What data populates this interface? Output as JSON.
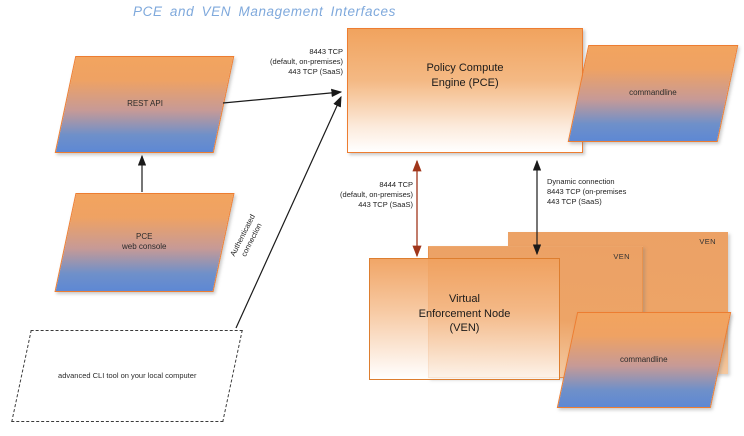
{
  "title": "PCE and VEN Management Interfaces",
  "colors": {
    "accent_orange": "#ED7D31",
    "gradient_blue": "#5E88D4",
    "title_blue": "#7FA9DC",
    "arrow_red": "#A0361B",
    "arrow_black": "#1a1a1a"
  },
  "nodes": {
    "rest_api": {
      "label": "REST API"
    },
    "pce_web_console": {
      "line1": "PCE",
      "line2": "web console"
    },
    "advanced_cli": {
      "label": "advanced CLI tool on your local computer"
    },
    "pce": {
      "line1": "Policy Compute",
      "line2": "Engine (PCE)"
    },
    "commandline_top": {
      "label": "commandline"
    },
    "commandline_bottom": {
      "label": "commandline"
    },
    "ven_back": {
      "label": "VEN"
    },
    "ven_middle": {
      "label": "VEN"
    },
    "ven_front": {
      "line1": "Virtual",
      "line2": "Enforcement Node",
      "line3": "(VEN)"
    }
  },
  "edges": {
    "rest_to_pce": {
      "line1": "8443 TCP",
      "line2": "(default, on-premises)",
      "line3": "443 TCP (SaaS)"
    },
    "pce_to_ven_mgmt": {
      "line1": "8444 TCP",
      "line2": "(default, on-premises)",
      "line3": "443 TCP (SaaS)"
    },
    "pce_to_ven_dynamic": {
      "line1": "Dynamic connection",
      "line2": "8443 TCP (on-premises",
      "line3": "443 TCP (SaaS)"
    },
    "cli_to_pce": {
      "line1": "Authenticated",
      "line2": "connection"
    }
  }
}
